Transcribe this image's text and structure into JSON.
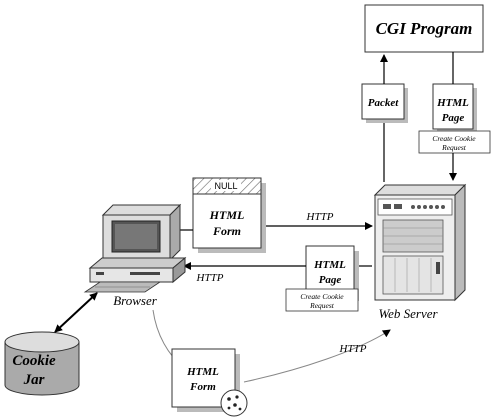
{
  "cgi_program": "CGI Program",
  "packet": "Packet",
  "html_page_top": {
    "line1": "HTML",
    "line2": "Page",
    "note_line1": "Create Cookie",
    "note_line2": "Request"
  },
  "null_label": "NULL",
  "html_form_top": {
    "line1": "HTML",
    "line2": "Form"
  },
  "http_top": "HTTP",
  "http_mid": "HTTP",
  "http_bottom": "HTTP",
  "html_page_mid": {
    "line1": "HTML",
    "line2": "Page",
    "note_line1": "Create Cookie",
    "note_line2": "Request"
  },
  "browser": "Browser",
  "web_server": "Web Server",
  "cookie_jar": {
    "line1": "Cookie",
    "line2": "Jar"
  },
  "html_form_bottom": {
    "line1": "HTML",
    "line2": "Form"
  }
}
